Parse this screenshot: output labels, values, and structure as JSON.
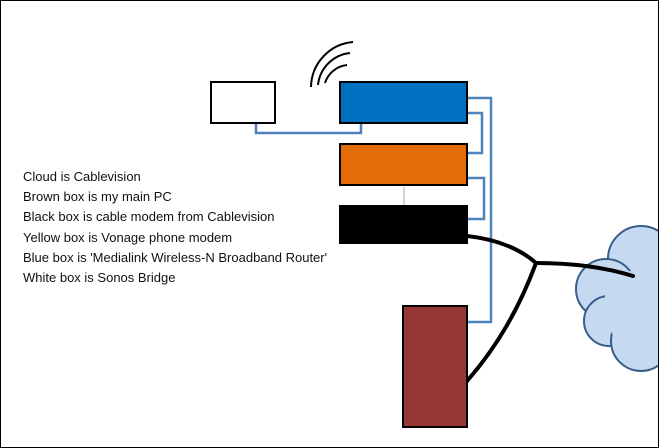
{
  "legend": [
    "Cloud is Cablevision",
    "Brown box is my main PC",
    "Black box is cable modem from Cablevision",
    "Yellow box is Vonage phone modem",
    "Blue box is 'Medialink Wireless-N Broadband Router'",
    "White box is Sonos Bridge"
  ],
  "colors": {
    "router_blue": "#0070c0",
    "vonage_orange": "#e36c09",
    "modem_black": "#000000",
    "pc_brown": "#953735",
    "bridge_white": "#ffffff",
    "cloud_fill": "#c5d9f1",
    "cloud_stroke": "#385d8a",
    "network_link": "#4f81bd",
    "coax_cable": "#000000"
  }
}
